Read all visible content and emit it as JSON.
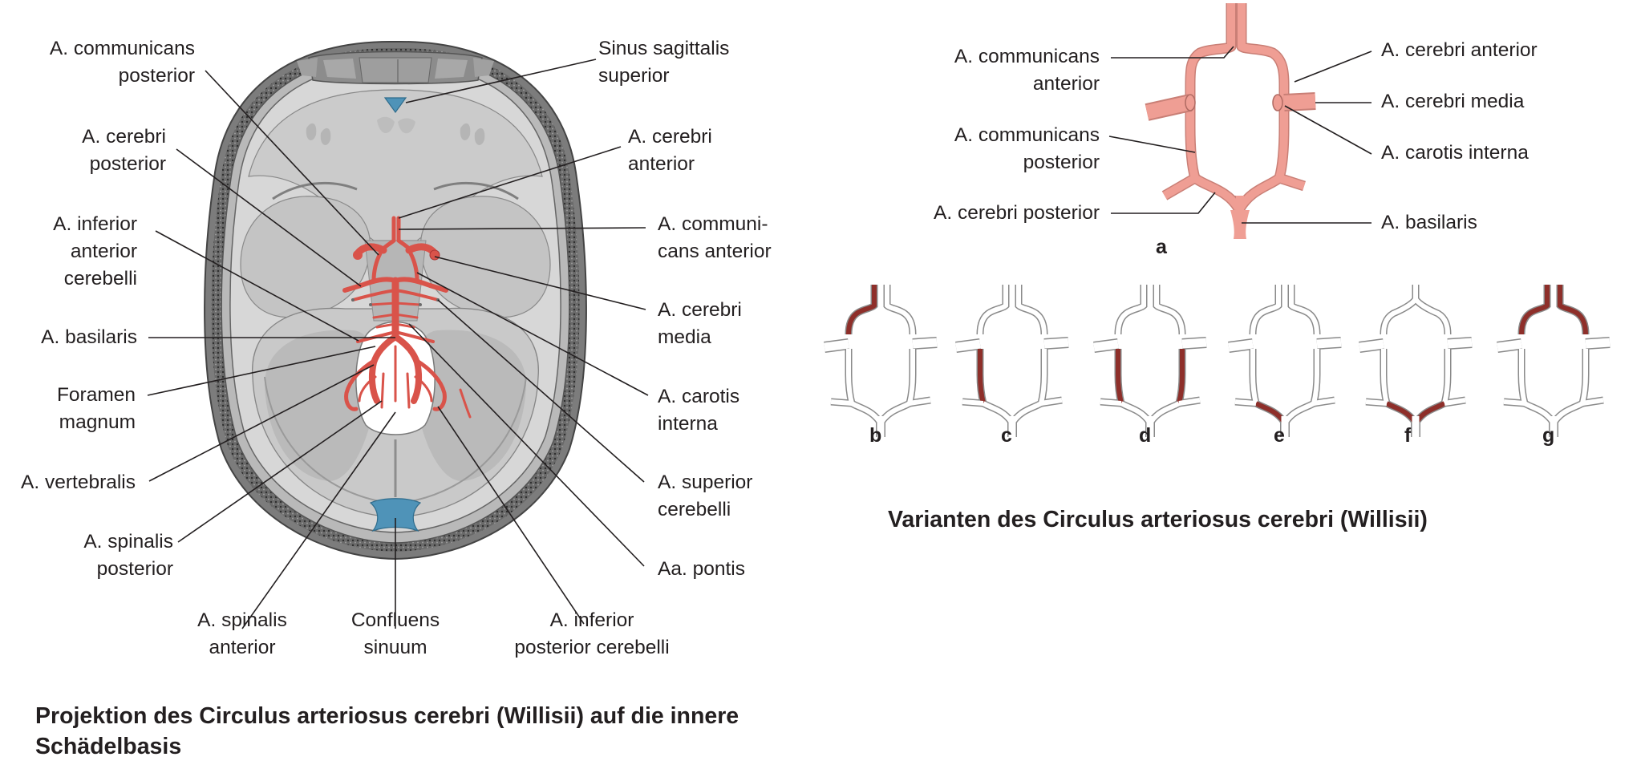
{
  "figure_left": {
    "caption": "Projektion des Circulus arteriosus cerebri (Willisii) auf die innere Schädelbasis",
    "labels_left": [
      {
        "id": "acp",
        "lines": [
          "A. communicans",
          "posterior"
        ]
      },
      {
        "id": "acerp",
        "lines": [
          "A. cerebri",
          "posterior"
        ]
      },
      {
        "id": "aica",
        "lines": [
          "A. inferior",
          "anterior",
          "cerebelli"
        ]
      },
      {
        "id": "basilaris",
        "lines": [
          "A. basilaris"
        ]
      },
      {
        "id": "foramen",
        "lines": [
          "Foramen",
          "magnum"
        ]
      },
      {
        "id": "vertebralis",
        "lines": [
          "A. vertebralis"
        ]
      },
      {
        "id": "spinpost",
        "lines": [
          "A. spinalis",
          "posterior"
        ]
      }
    ],
    "labels_right": [
      {
        "id": "sinus",
        "lines": [
          "Sinus sagittalis",
          "superior"
        ]
      },
      {
        "id": "aceranter",
        "lines": [
          "A. cerebri",
          "anterior"
        ]
      },
      {
        "id": "acomant",
        "lines": [
          "A. communi-",
          "cans anterior"
        ]
      },
      {
        "id": "media",
        "lines": [
          "A. cerebri",
          "media"
        ]
      },
      {
        "id": "carotis",
        "lines": [
          "A. carotis",
          "interna"
        ]
      },
      {
        "id": "supcereb",
        "lines": [
          "A. superior",
          "cerebelli"
        ]
      },
      {
        "id": "pontis",
        "lines": [
          "Aa. pontis"
        ]
      }
    ],
    "labels_bottom": [
      {
        "id": "spinant",
        "lines": [
          "A. spinalis",
          "anterior"
        ]
      },
      {
        "id": "confluens",
        "lines": [
          "Confluens",
          "sinuum"
        ]
      },
      {
        "id": "pica",
        "lines": [
          "A. inferior",
          "posterior cerebelli"
        ]
      }
    ]
  },
  "figure_right": {
    "caption": "Varianten des Circulus arteriosus cerebri (Willisii)",
    "panel_a_letter": "a",
    "labels_left": [
      {
        "id": "a_acomant",
        "lines": [
          "A. communicans",
          "anterior"
        ]
      },
      {
        "id": "a_acomp",
        "lines": [
          "A. communicans",
          "posterior"
        ]
      },
      {
        "id": "a_cerpost",
        "lines": [
          "A. cerebri posterior"
        ]
      }
    ],
    "labels_right": [
      {
        "id": "a_ceranter",
        "lines": [
          "A. cerebri anterior"
        ]
      },
      {
        "id": "a_media",
        "lines": [
          "A. cerebri media"
        ]
      },
      {
        "id": "a_carotis",
        "lines": [
          "A. carotis interna"
        ]
      },
      {
        "id": "a_basilaris",
        "lines": [
          "A. basilaris"
        ]
      }
    ],
    "variants": [
      {
        "letter": "b",
        "highlight": "left anterior cerebral artery + left communicating segment"
      },
      {
        "letter": "c",
        "highlight": "left posterior communicating"
      },
      {
        "letter": "d",
        "highlight": "both posterior communicating"
      },
      {
        "letter": "e",
        "highlight": "left posterior cerebral P1"
      },
      {
        "letter": "f",
        "highlight": "both posterior cerebral P1"
      },
      {
        "letter": "g",
        "highlight": "both anterior cerebral"
      }
    ]
  },
  "colors": {
    "artery_red": "#d9534a",
    "artery_pink": "#ef9e94",
    "highlight_dark_red": "#8e2f2a",
    "variant_gray": "#c8c8c8",
    "sinus_blue": "#4f93b8",
    "bone_dark": "#555555",
    "brain_gray": "#d6d6d6",
    "leader_line": "#231f20"
  }
}
